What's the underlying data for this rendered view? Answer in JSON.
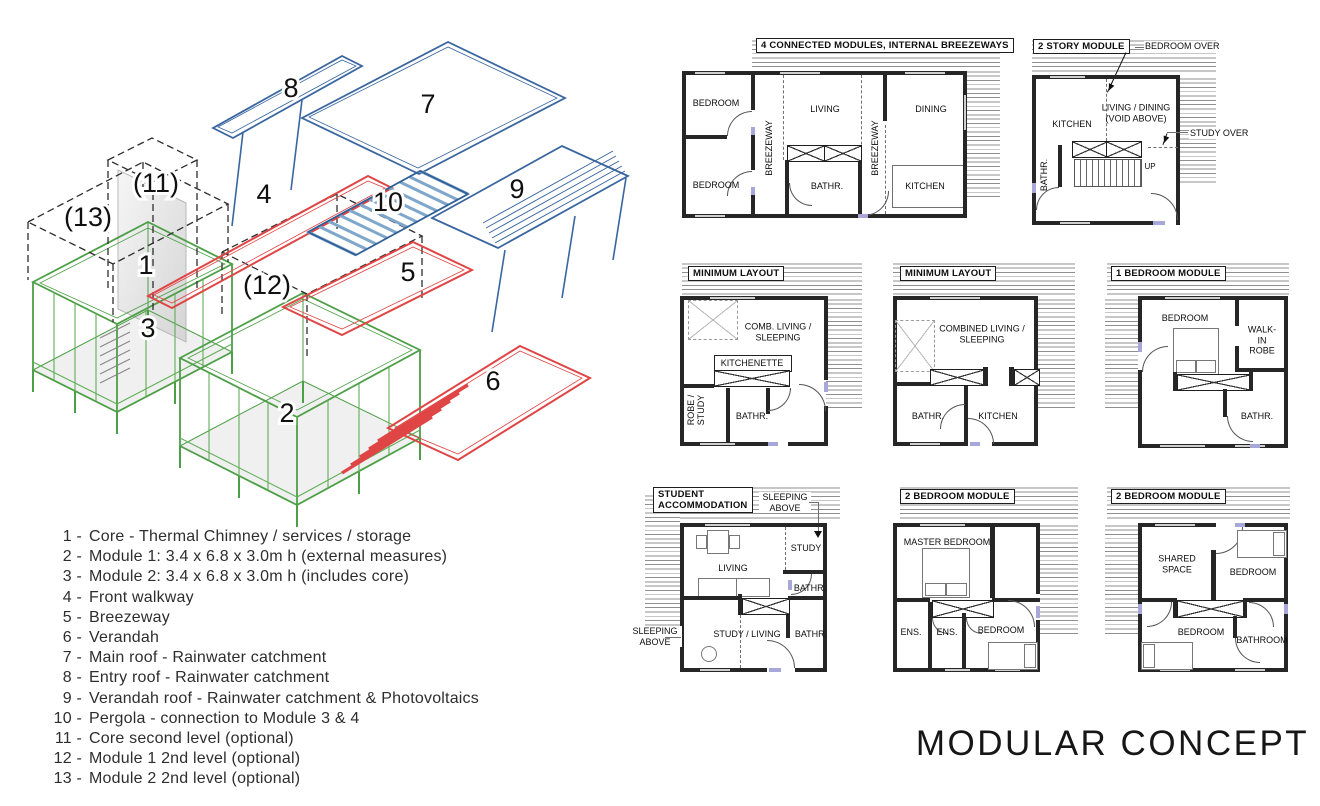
{
  "title": "MODULAR CONCEPT",
  "iso": {
    "labels": {
      "n1": "1",
      "n2": "2",
      "n3": "3",
      "n4": "4",
      "n5": "5",
      "n6": "6",
      "n7": "7",
      "n8": "8",
      "n9": "9",
      "n10": "10",
      "n11": "(11)",
      "n12": "(12)",
      "n13": "(13)"
    },
    "colors": {
      "module_green": "#4d9f47",
      "walkway_red": "#e04545",
      "roof_blue": "#3a66a0",
      "pergola_blue": "#7fa7cb",
      "optional_dash": "#2e2e2e"
    }
  },
  "legend": {
    "items": [
      {
        "num": "1 -",
        "text": "Core - Thermal Chimney / services / storage"
      },
      {
        "num": "2 -",
        "text": "Module 1: 3.4 x 6.8 x 3.0m h (external measures)"
      },
      {
        "num": "3 -",
        "text": "Module 2: 3.4 x 6.8 x 3.0m h (includes core)"
      },
      {
        "num": "4 -",
        "text": "Front walkway"
      },
      {
        "num": "5 -",
        "text": "Breezeway"
      },
      {
        "num": "6 -",
        "text": "Verandah"
      },
      {
        "num": "7 -",
        "text": "Main roof - Rainwater catchment"
      },
      {
        "num": "8 -",
        "text": "Entry roof - Rainwater catchment"
      },
      {
        "num": "9 -",
        "text": "Verandah roof - Rainwater catchment & Photovoltaics"
      },
      {
        "num": "10 -",
        "text": "Pergola - connection to Module 3 & 4"
      },
      {
        "num": "11 -",
        "text": "Core second level (optional)"
      },
      {
        "num": "12 -",
        "text": "Module 1 2nd level (optional)"
      },
      {
        "num": "13 -",
        "text": "Module 2 2nd level (optional)"
      }
    ]
  },
  "plans": {
    "p1": {
      "title": "4 CONNECTED MODULES, INTERNAL BREEZEWAYS",
      "rooms": {
        "bedroom_top": "BEDROOM",
        "bedroom_bottom": "BEDROOM",
        "breezeway_left": "BREEZEWAY",
        "living": "LIVING",
        "bathroom": "BATHR.",
        "breezeway_right": "BREEZEWAY",
        "dining": "DINING",
        "kitchen": "KITCHEN"
      }
    },
    "p2": {
      "title": "2 STORY MODULE",
      "annotations": {
        "bedroom_over": "BEDROOM OVER",
        "study_over": "STUDY OVER",
        "up": "UP"
      },
      "rooms": {
        "kitchen": "KITCHEN",
        "living_dining": "LIVING / DINING\n(VOID ABOVE)",
        "bathroom": "BATHR."
      }
    },
    "p3": {
      "title": "MINIMUM LAYOUT",
      "rooms": {
        "living": "COMB. LIVING /\nSLEEPING",
        "kitchenette": "KITCHENETTE",
        "robe_study": "ROBE /\nSTUDY",
        "bathroom": "BATHR."
      }
    },
    "p4": {
      "title": "MINIMUM LAYOUT",
      "rooms": {
        "living": "COMBINED LIVING /\nSLEEPING",
        "bathroom": "BATHR.",
        "kitchen": "KITCHEN"
      }
    },
    "p5": {
      "title": "1 BEDROOM MODULE",
      "rooms": {
        "bedroom": "BEDROOM",
        "walk_in_robe": "WALK-IN\nROBE",
        "bathroom": "BATHR."
      }
    },
    "p6": {
      "title": "STUDENT\nACCOMMODATION",
      "annotations": {
        "sleeping_above_top": "SLEEPING\nABOVE",
        "sleeping_above_left": "SLEEPING\nABOVE"
      },
      "rooms": {
        "living": "LIVING",
        "study": "STUDY",
        "bathroom_upper": "BATHR.",
        "study_living": "STUDY / LIVING",
        "bathroom_lower": "BATHR."
      }
    },
    "p7": {
      "title": "2 BEDROOM MODULE",
      "rooms": {
        "master_bedroom": "MASTER BEDROOM",
        "ens1": "ENS.",
        "ens2": "ENS.",
        "bedroom": "BEDROOM"
      }
    },
    "p8": {
      "title": "2 BEDROOM MODULE",
      "rooms": {
        "shared_space": "SHARED\nSPACE",
        "bedroom_upper": "BEDROOM",
        "bedroom_lower": "BEDROOM",
        "bathroom": "BATHROOM"
      }
    }
  }
}
